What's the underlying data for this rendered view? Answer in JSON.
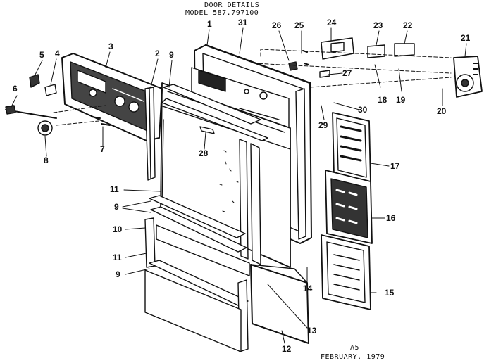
{
  "header": {
    "title": "DOOR DETAILS",
    "model": "MODEL 587.797100"
  },
  "footer": {
    "page": "A5",
    "date": "FEBRUARY, 1979"
  },
  "callouts": [
    "1",
    "31",
    "26",
    "25",
    "24",
    "23",
    "22",
    "21",
    "5",
    "4",
    "3",
    "2",
    "9",
    "6",
    "7",
    "8",
    "28",
    "18",
    "19",
    "27",
    "30",
    "29",
    "20",
    "17",
    "11",
    "9",
    "16",
    "10",
    "11",
    "9",
    "14",
    "15",
    "13",
    "12"
  ]
}
